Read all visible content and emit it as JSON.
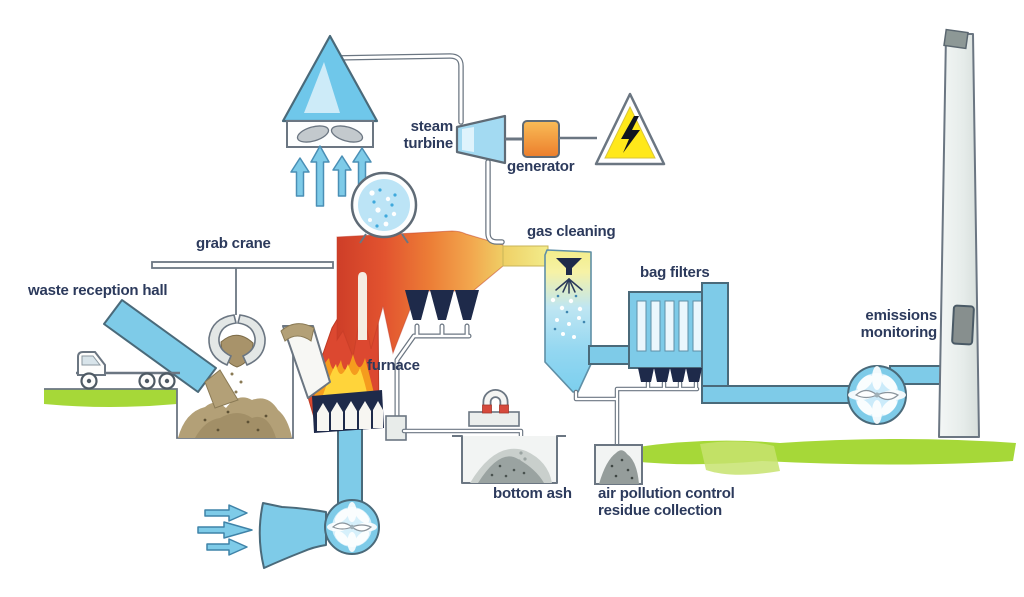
{
  "diagram": {
    "labels": {
      "waste_reception_hall": "waste reception hall",
      "grab_crane": "grab crane",
      "steam_turbine": "steam turbine",
      "generator": "generator",
      "gas_cleaning": "gas cleaning",
      "furnace": "furnace",
      "bag_filters": "bag filters",
      "emissions_monitoring": "emissions monitoring",
      "bottom_ash": "bottom ash",
      "apc_residue": "air pollution control residue collection"
    },
    "components": [
      "dump-truck",
      "waste-pit",
      "grab-crane",
      "feed-chute",
      "furnace-grate",
      "boiler",
      "steam-drum",
      "air-cooled-condenser",
      "steam-turbine",
      "generator",
      "electricity-warning-sign",
      "spray-absorber",
      "bag-filter-unit",
      "induced-draft-fan",
      "chimney-stack",
      "emissions-monitor",
      "bottom-ash-pit",
      "magnet-separator",
      "apc-residue-container",
      "primary-air-fan"
    ],
    "colors": {
      "label_text": "#2C3A5C",
      "pipe_blue": "#7ECBE8",
      "light_blue": "#BCE4F6",
      "furnace_red": "#E04A2F",
      "flame_orange": "#F59C1E",
      "flame_yellow": "#FFD43A",
      "warning_yellow": "#FFE81A",
      "grass_green": "#A6D838",
      "waste_brown": "#B3A077",
      "navy": "#1E2A4A",
      "generator_orange": "#F0913B",
      "stack_gray": "#E6ECEA"
    }
  }
}
